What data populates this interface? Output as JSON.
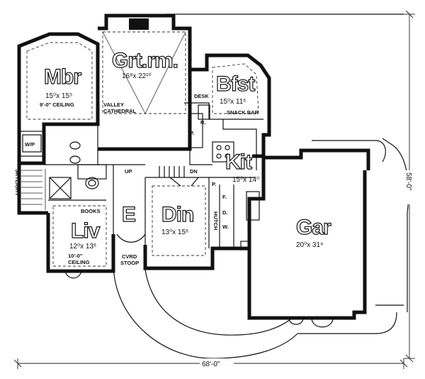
{
  "rooms": {
    "mbr": {
      "name": "Mbr",
      "size": "15⁰x 15⁵",
      "note": "9'-0\" CEILING"
    },
    "grtrm": {
      "name": "Grt.rm.",
      "size": "16⁸x 22¹⁰"
    },
    "bfst": {
      "name": "Bfst",
      "size": "15⁰x 11⁶"
    },
    "kit": {
      "name": "Kit",
      "size": "15⁰x 14⁰"
    },
    "din": {
      "name": "Din",
      "size": "13⁰x 15⁶"
    },
    "liv": {
      "name": "Liv",
      "size": "12⁰x 13⁶",
      "note_line1": "10'-0\"",
      "note_line2": "CEILING"
    },
    "entry": {
      "name": "E"
    },
    "gar": {
      "name": "Gar",
      "size": "20⁰x 31⁴"
    }
  },
  "labels": {
    "wp": "W/P",
    "skylight": "SKYLIGHT",
    "valley_line1": "VALLEY",
    "valley_line2": "CATHEDRAL",
    "desk": "DESK",
    "snack_bar": "SNACK BAR",
    "up": "UP",
    "dn": "DN",
    "books": "BOOKS",
    "cvrd_line1": "CVRD",
    "cvrd_line2": "STOOP",
    "hutch": "HUTCH",
    "p_grt": "P.",
    "r_grt": "R.",
    "p_kit": "P.",
    "f": "F.",
    "d": "D.",
    "w": "W."
  },
  "dimensions": {
    "width": "68'-0\"",
    "depth": "58'-0\""
  }
}
